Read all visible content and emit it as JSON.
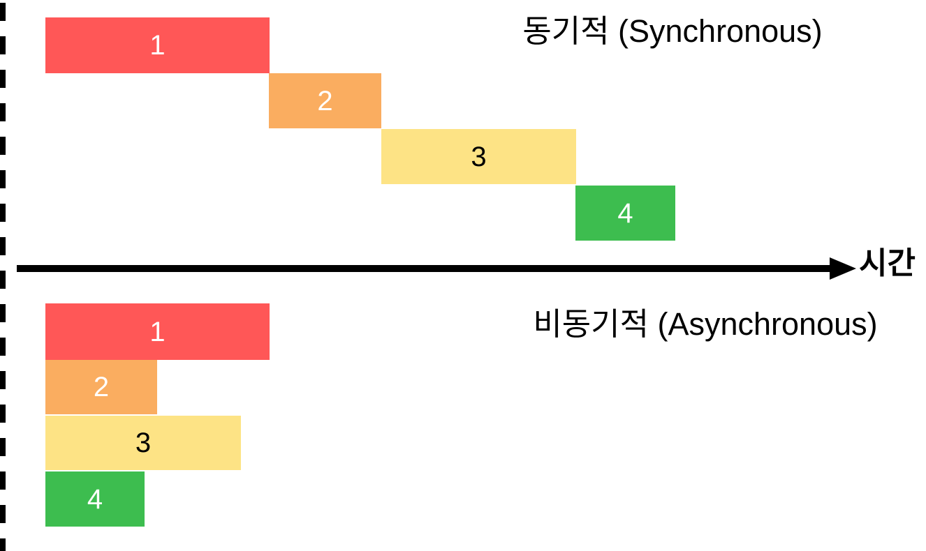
{
  "sync": {
    "title": "동기적 (Synchronous)",
    "bars": [
      {
        "label": "1",
        "color": "#FF5757",
        "text_color": "#FFFFFF"
      },
      {
        "label": "2",
        "color": "#FAAD60",
        "text_color": "#FFFFFF"
      },
      {
        "label": "3",
        "color": "#FDE385",
        "text_color": "#000000"
      },
      {
        "label": "4",
        "color": "#3DBD4F",
        "text_color": "#FFFFFF"
      }
    ]
  },
  "async_section": {
    "title": "비동기적 (Asynchronous)",
    "bars": [
      {
        "label": "1",
        "color": "#FF5757",
        "text_color": "#FFFFFF"
      },
      {
        "label": "2",
        "color": "#FAAD60",
        "text_color": "#FFFFFF"
      },
      {
        "label": "3",
        "color": "#FDE385",
        "text_color": "#000000"
      },
      {
        "label": "4",
        "color": "#3DBD4F",
        "text_color": "#FFFFFF"
      }
    ]
  },
  "axis": {
    "label": "시간",
    "color": "#000000"
  }
}
